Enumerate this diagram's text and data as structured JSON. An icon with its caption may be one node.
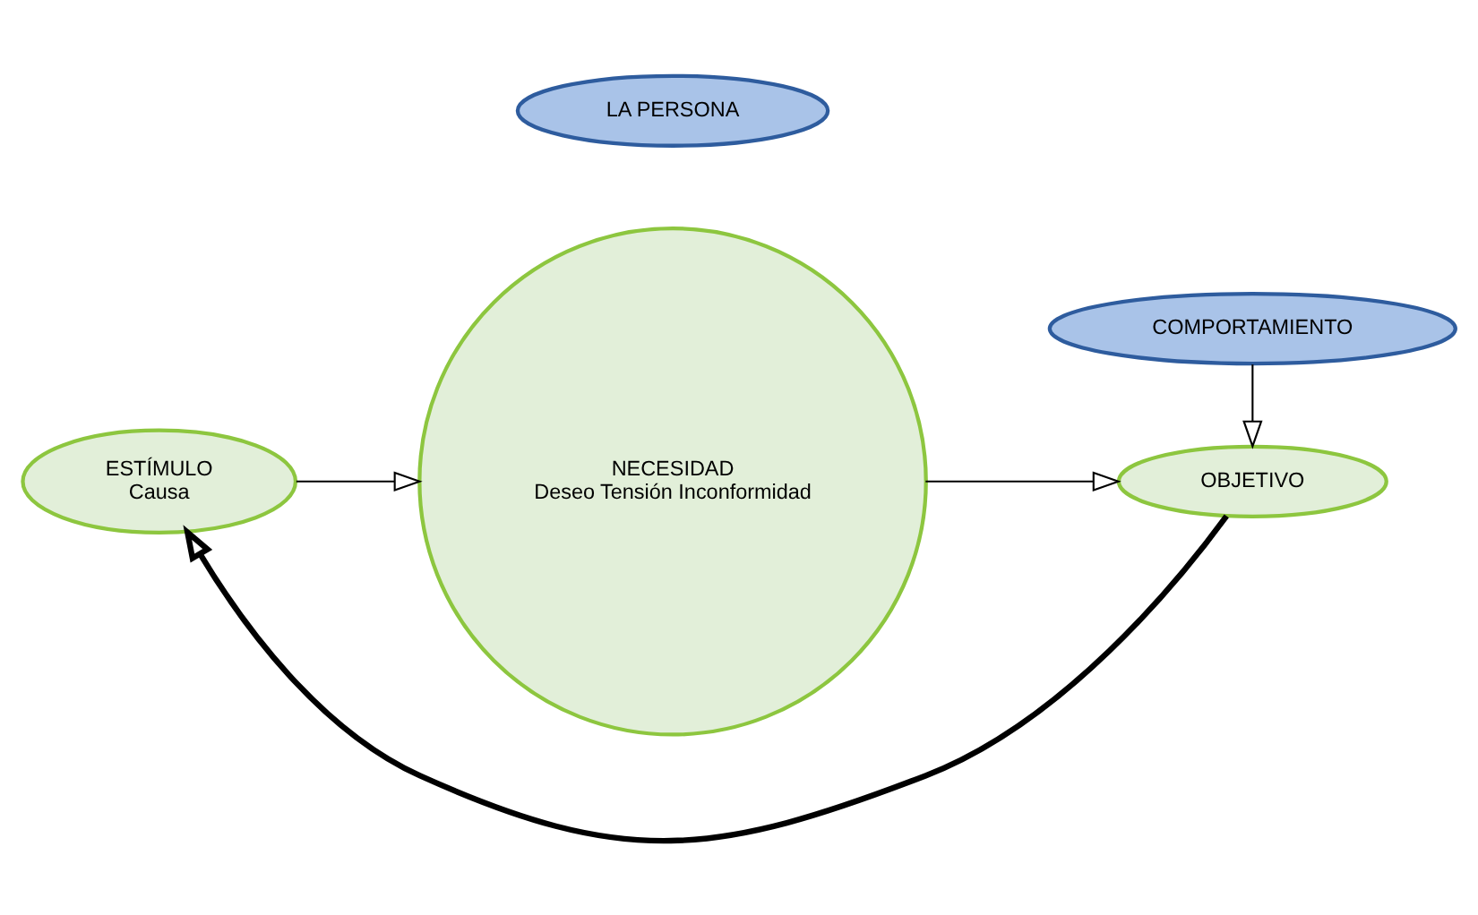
{
  "diagram": {
    "nodes": [
      {
        "text": [
          "LA PERSONA"
        ]
      },
      {
        "text": [
          "ESTÍMULO",
          "Causa"
        ]
      },
      {
        "text": [
          "NECESIDAD",
          "Deseo Tensión Inconformidad"
        ]
      },
      {
        "text": [
          "OBJETIVO"
        ]
      },
      {
        "text": [
          "COMPORTAMIENTO"
        ]
      }
    ],
    "edges": [
      {
        "from": 1,
        "to": 2,
        "arrow": "to"
      },
      {
        "from": 2,
        "to": 3,
        "arrow": "to"
      },
      {
        "from": 4,
        "to": 3,
        "arrow": "to"
      },
      {
        "from": 3,
        "to": 1,
        "arrow": "to",
        "style": "thick"
      }
    ]
  }
}
